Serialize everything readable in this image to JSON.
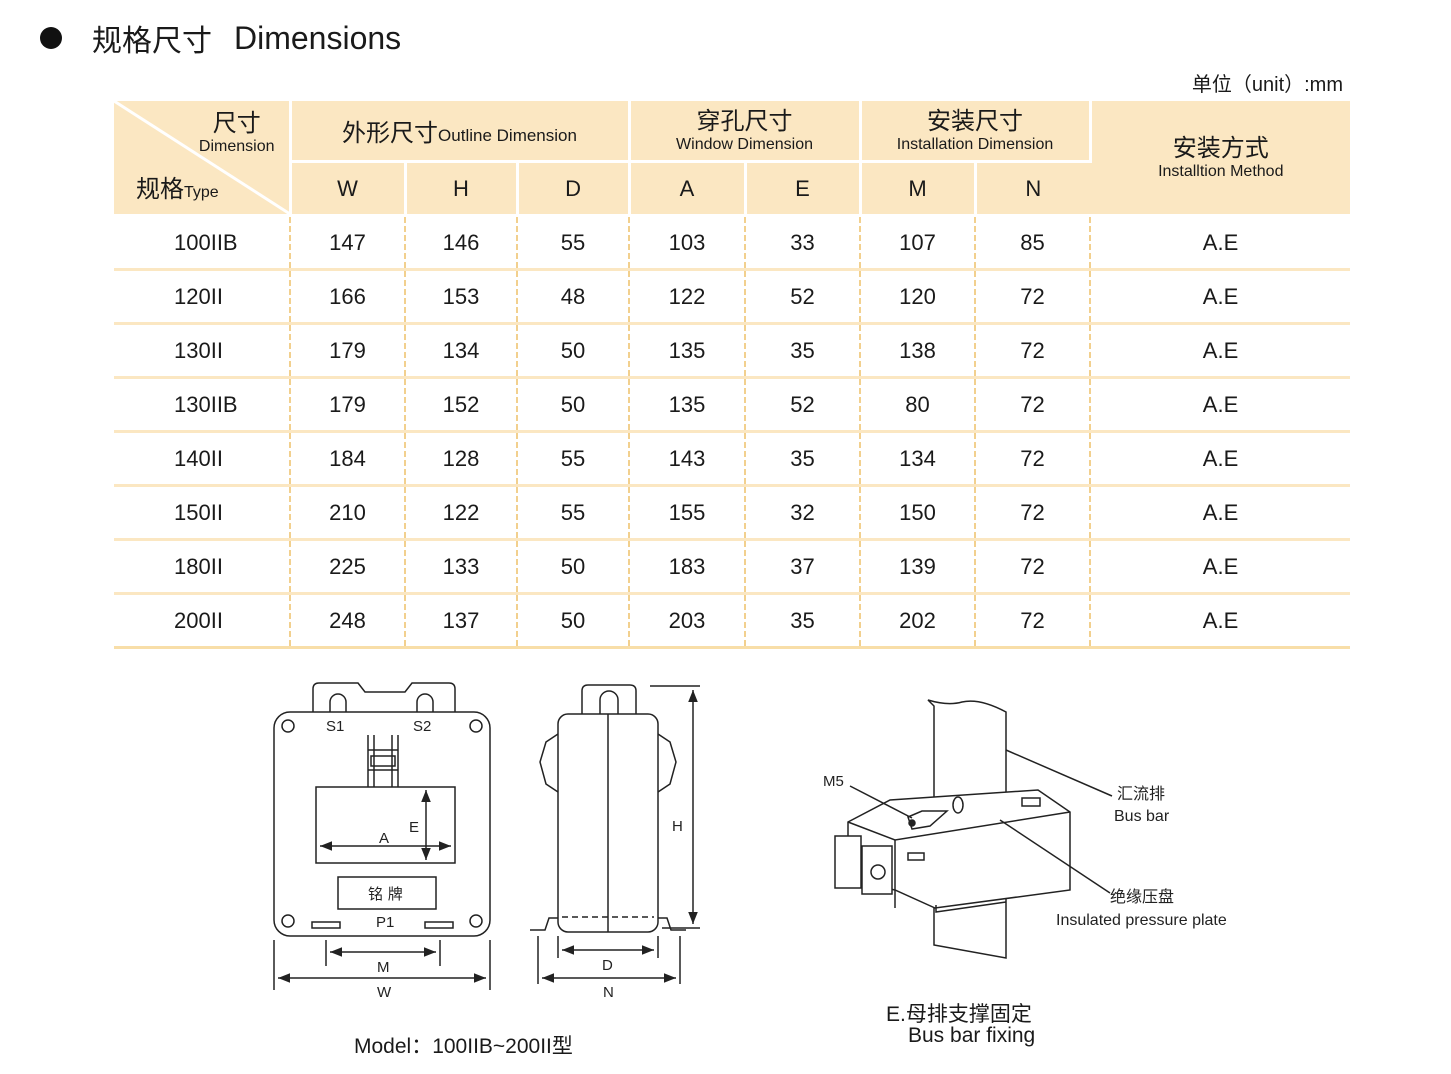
{
  "heading": {
    "cn": "规格尺寸",
    "en": "Dimensions"
  },
  "unit_label": "单位（unit）:mm",
  "table": {
    "corner_dim_cn": "尺寸",
    "corner_dim_en": "Dimension",
    "corner_type_cn": "规格",
    "corner_type_en": "Type",
    "outline_cn": "外形尺寸",
    "outline_en": "Outline Dimension",
    "window_cn": "穿孔尺寸",
    "window_en": "Window Dimension",
    "install_cn": "安装尺寸",
    "install_en": "Installation Dimension",
    "method_cn": "安装方式",
    "method_en": "Installtion Method",
    "sub_headers": [
      "W",
      "H",
      "D",
      "A",
      "E",
      "M",
      "N"
    ],
    "rows": [
      [
        "100IIB",
        "147",
        "146",
        "55",
        "103",
        "33",
        "107",
        "85",
        "A.E"
      ],
      [
        "120II",
        "166",
        "153",
        "48",
        "122",
        "52",
        "120",
        "72",
        "A.E"
      ],
      [
        "130II",
        "179",
        "134",
        "50",
        "135",
        "35",
        "138",
        "72",
        "A.E"
      ],
      [
        "130IIB",
        "179",
        "152",
        "50",
        "135",
        "52",
        "80",
        "72",
        "A.E"
      ],
      [
        "140II",
        "184",
        "128",
        "55",
        "143",
        "35",
        "134",
        "72",
        "A.E"
      ],
      [
        "150II",
        "210",
        "122",
        "55",
        "155",
        "32",
        "150",
        "72",
        "A.E"
      ],
      [
        "180II",
        "225",
        "133",
        "50",
        "183",
        "37",
        "139",
        "72",
        "A.E"
      ],
      [
        "200II",
        "248",
        "137",
        "50",
        "203",
        "35",
        "202",
        "72",
        "A.E"
      ]
    ]
  },
  "front_view": {
    "s1": "S1",
    "s2": "S2",
    "a": "A",
    "e": "E",
    "nameplate": "铭 牌",
    "p1": "P1",
    "m": "M",
    "w": "W"
  },
  "side_view": {
    "h": "H",
    "d": "D",
    "n": "N"
  },
  "model_caption": "Model：100IIB~200II型",
  "fixing": {
    "m5": "M5",
    "busbar_cn": "汇流排",
    "busbar_en": "Bus bar",
    "plate_cn": "绝缘压盘",
    "plate_en": "Insulated pressure plate",
    "caption_cn": "E.母排支撑固定",
    "caption_en": "Bus bar fixing"
  }
}
